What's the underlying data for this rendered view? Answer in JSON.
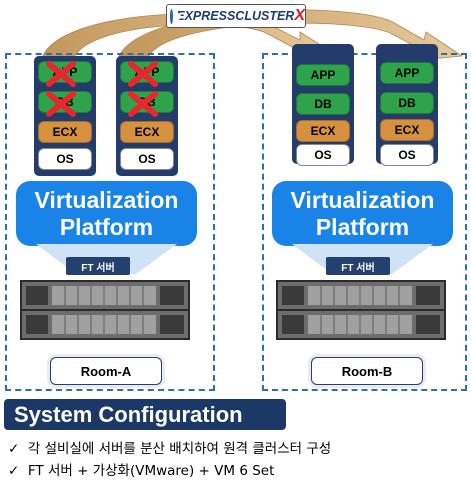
{
  "logo": {
    "text": "EXPRESSCLUSTER",
    "x": "X"
  },
  "rooms": [
    {
      "name": "Room-A",
      "virtualization": [
        "Virtualization",
        "Platform"
      ],
      "ft_label": "FT 서버",
      "stacks": [
        {
          "app": "APP",
          "db": "DB",
          "ecx": "ECX",
          "os": "OS",
          "failed": true
        },
        {
          "app": "APP",
          "db": "DB",
          "ecx": "ECX",
          "os": "OS",
          "failed": true
        }
      ]
    },
    {
      "name": "Room-B",
      "virtualization": [
        "Virtualization",
        "Platform"
      ],
      "ft_label": "FT 서버",
      "stacks": [
        {
          "app": "APP",
          "db": "DB",
          "ecx": "ECX",
          "os": "OS",
          "failed": false
        },
        {
          "app": "APP",
          "db": "DB",
          "ecx": "ECX",
          "os": "OS",
          "failed": false
        }
      ]
    }
  ],
  "system_configuration": {
    "title": "System Configuration",
    "bullets": [
      "각 설비실에 서버를 분산 배치하여 원격 클러스터 구성",
      "FT 서버 + 가상화(VMware) + VM 6 Set"
    ]
  },
  "colors": {
    "stack": "#243c6c",
    "app_db": "#2ea34b",
    "ecx": "#d6913e",
    "virtualization": "#1a83e8",
    "dashed_border": "#2e6fa7",
    "failover_arrow": "#c9a36b",
    "fail_mark": "#e8262b"
  }
}
